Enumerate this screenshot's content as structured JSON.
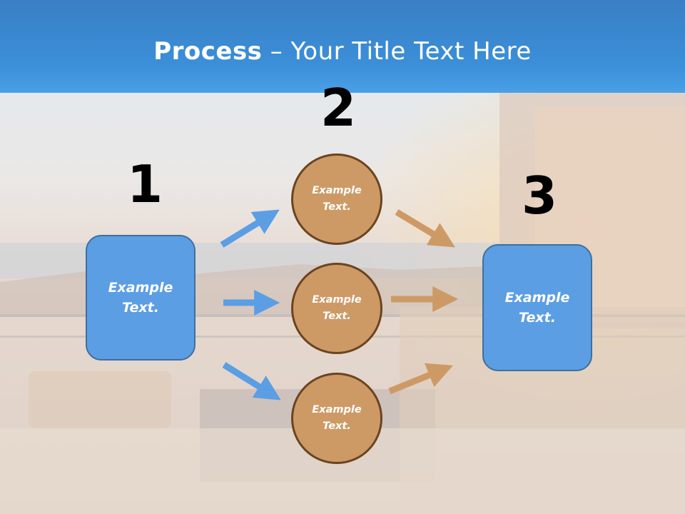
{
  "title": {
    "bold": "Process",
    "rest": " – Your Title Text Here"
  },
  "steps": [
    {
      "number": "1",
      "label": "Example\nText."
    },
    {
      "number": "2",
      "label": "Example\nText."
    },
    {
      "number": "3",
      "label": "Example\nText."
    }
  ],
  "circles": [
    {
      "label": "Example\nText."
    },
    {
      "label": "Example\nText."
    },
    {
      "label": "Example\nText."
    }
  ],
  "colors": {
    "header": "#3b8fd9",
    "box_fill": "#5b9ee3",
    "circle_fill": "#cd9a66",
    "blue_arrow": "#5b9ee3",
    "orange_arrow": "#cd9a66"
  }
}
